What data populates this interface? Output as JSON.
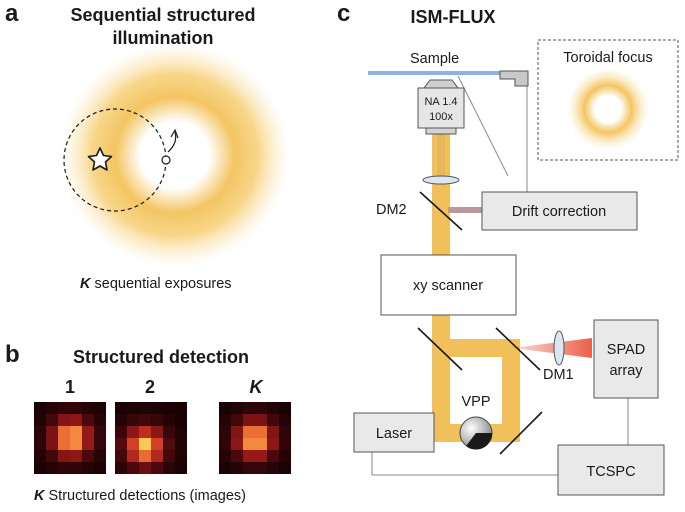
{
  "panel_a": {
    "letter": "a",
    "title_line1": "Sequential structured",
    "title_line2": "illumination",
    "caption_k": "K",
    "caption_rest": " sequential exposures"
  },
  "panel_b": {
    "letter": "b",
    "title": "Structured detection",
    "image_labels": [
      "1",
      "2",
      "K"
    ],
    "ellipsis": "...",
    "caption_k": "K",
    "caption_rest": " Structured detections (images)"
  },
  "panel_c": {
    "letter": "c",
    "title": "ISM-FLUX",
    "sample": "Sample",
    "objective_line1": "NA 1.4",
    "objective_line2": "100x",
    "inset_label": "Toroidal focus",
    "dm2": "DM2",
    "drift": "Drift correction",
    "scanner": "xy scanner",
    "vpp": "VPP",
    "dm1": "DM1",
    "spad_line1": "SPAD",
    "spad_line2": "array",
    "laser": "Laser",
    "tcspc": "TCSPC"
  },
  "colors": {
    "beam": "#f2c05a",
    "doughnut": "#f3c25a",
    "detection": "#e8604a",
    "sample_slide": "#8fb4d9",
    "drift_beam": "#b99a9a"
  }
}
